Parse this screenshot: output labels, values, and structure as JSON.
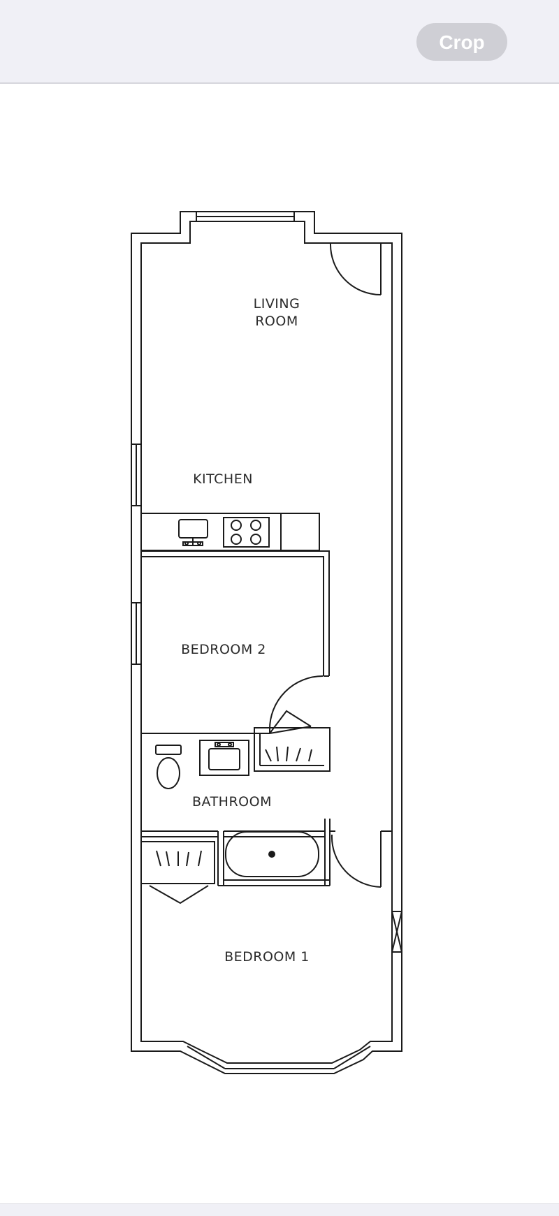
{
  "toolbar": {
    "crop_label": "Crop"
  },
  "floor_plan": {
    "rooms": {
      "living_room_line1": "LIVING",
      "living_room_line2": "ROOM",
      "kitchen": "KITCHEN",
      "bedroom_2": "BEDROOM 2",
      "bathroom": "BATHROOM",
      "bedroom_1": "BEDROOM 1"
    }
  }
}
